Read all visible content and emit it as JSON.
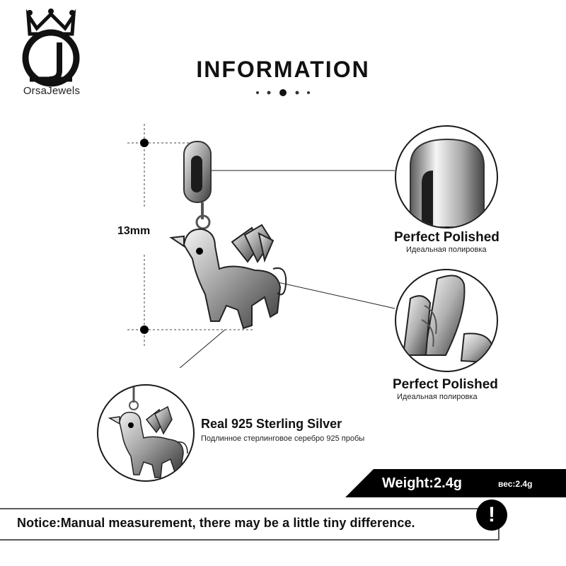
{
  "brand": {
    "name": "OrsaJewels",
    "logo_letters": "OJ"
  },
  "header": {
    "title": "INFORMATION"
  },
  "product": {
    "dimension": "13mm"
  },
  "details": [
    {
      "title": "Perfect  Polished",
      "subtitle": "Идеальная полировка"
    },
    {
      "title": "Perfect  Polished",
      "subtitle": "Идеальная полировка"
    },
    {
      "title": "Real 925  Sterling  Silver",
      "subtitle": "Подлинное стерлинговое серебро 925 пробы"
    }
  ],
  "weight": {
    "label": "Weight:2.4g",
    "label_ru": "вес:2.4g"
  },
  "notice": {
    "text": "Notice:Manual measurement, there may be a little tiny difference.",
    "icon": "exclamation-icon",
    "icon_glyph": "!"
  },
  "colors": {
    "accent": "#000000",
    "background": "#ffffff",
    "silver": "#c9c9c9"
  }
}
